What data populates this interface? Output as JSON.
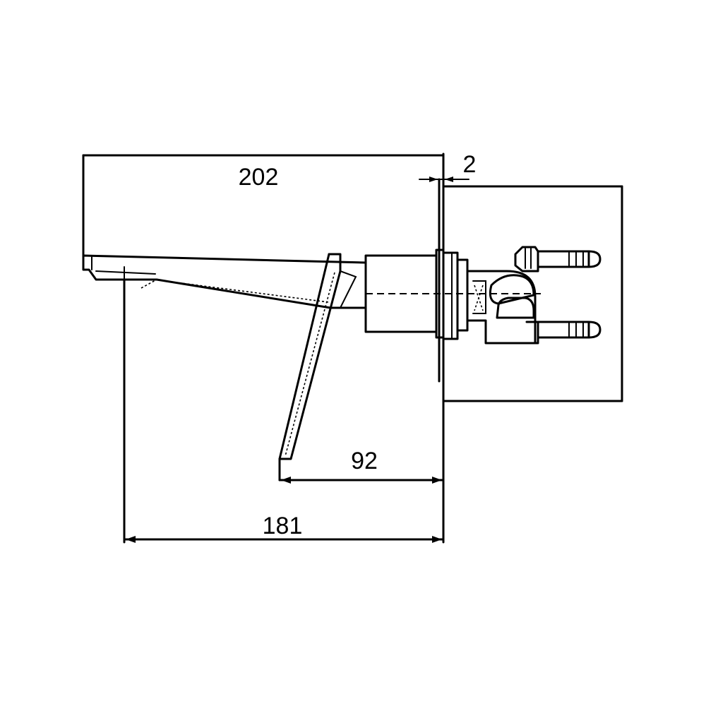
{
  "dimensions": {
    "overall_width": "202",
    "wall_gap": "2",
    "lever_offset": "92",
    "spout_projection": "181"
  },
  "colors": {
    "line": "#000000",
    "background": "#ffffff"
  }
}
